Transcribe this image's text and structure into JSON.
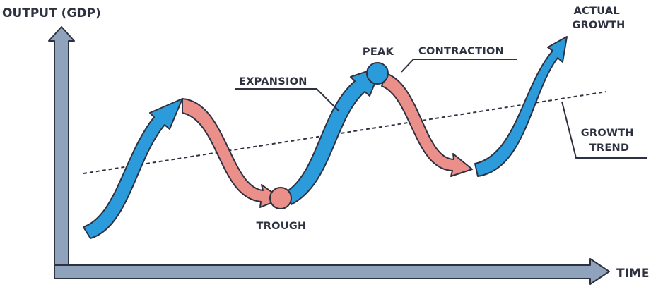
{
  "axes": {
    "y_label": "OUTPUT (GDP)",
    "x_label": "TIME"
  },
  "labels": {
    "actual_growth_line1": "ACTUAL",
    "actual_growth_line2": "GROWTH",
    "peak": "PEAK",
    "contraction": "CONTRACTION",
    "expansion": "EXPANSION",
    "growth_trend_line1": "GROWTH",
    "growth_trend_line2": "TREND",
    "trough": "TROUGH"
  },
  "colors": {
    "expansion": "#2c9bdb",
    "contraction": "#eb8f8a",
    "axis": "#8fa3bd",
    "outline": "#2e3140",
    "trend": "#2e3140"
  }
}
